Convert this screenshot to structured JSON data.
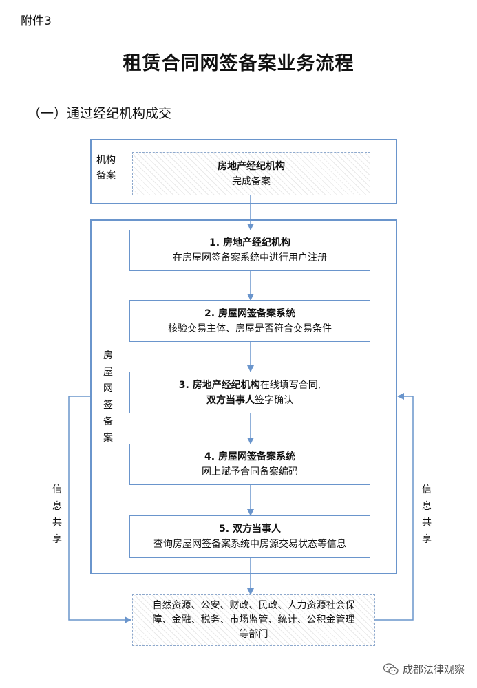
{
  "header": {
    "attachment": "附件3",
    "title": "租赁合同网签备案业务流程",
    "section": "（一）通过经纪机构成交"
  },
  "institution": {
    "label_line1": "机构",
    "label_line2": "备案",
    "box_title": "房地产经纪机构",
    "box_sub": "完成备案"
  },
  "filing": {
    "label": [
      "房",
      "屋",
      "网",
      "签",
      "备",
      "案"
    ]
  },
  "steps": [
    {
      "title": "1. 房地产经纪机构",
      "desc": "在房屋网签备案系统中进行用户注册"
    },
    {
      "title": "2. 房屋网签备案系统",
      "desc": "核验交易主体、房屋是否符合交易条件"
    },
    {
      "title_bold": "3. 房地产经纪机构",
      "title_rest": "在线填写合同,",
      "line2_bold": "双方当事人",
      "line2_rest": "签字确认"
    },
    {
      "title": "4. 房屋网签备案系统",
      "desc": "网上赋予合同备案编码"
    },
    {
      "title": "5. 双方当事人",
      "desc": "查询房屋网签备案系统中房源交易状态等信息"
    }
  ],
  "info_share": {
    "left": [
      "信",
      "息",
      "共",
      "享"
    ],
    "right": [
      "信",
      "息",
      "共",
      "享"
    ]
  },
  "departments": {
    "line1": "自然资源、公安、财政、民政、人力资源社会保",
    "line2": "障、金融、税务、市场监管、统计、公积金管理",
    "line3": "等部门"
  },
  "watermark": {
    "icon": "wechat-icon",
    "text": "成都法律观察"
  }
}
